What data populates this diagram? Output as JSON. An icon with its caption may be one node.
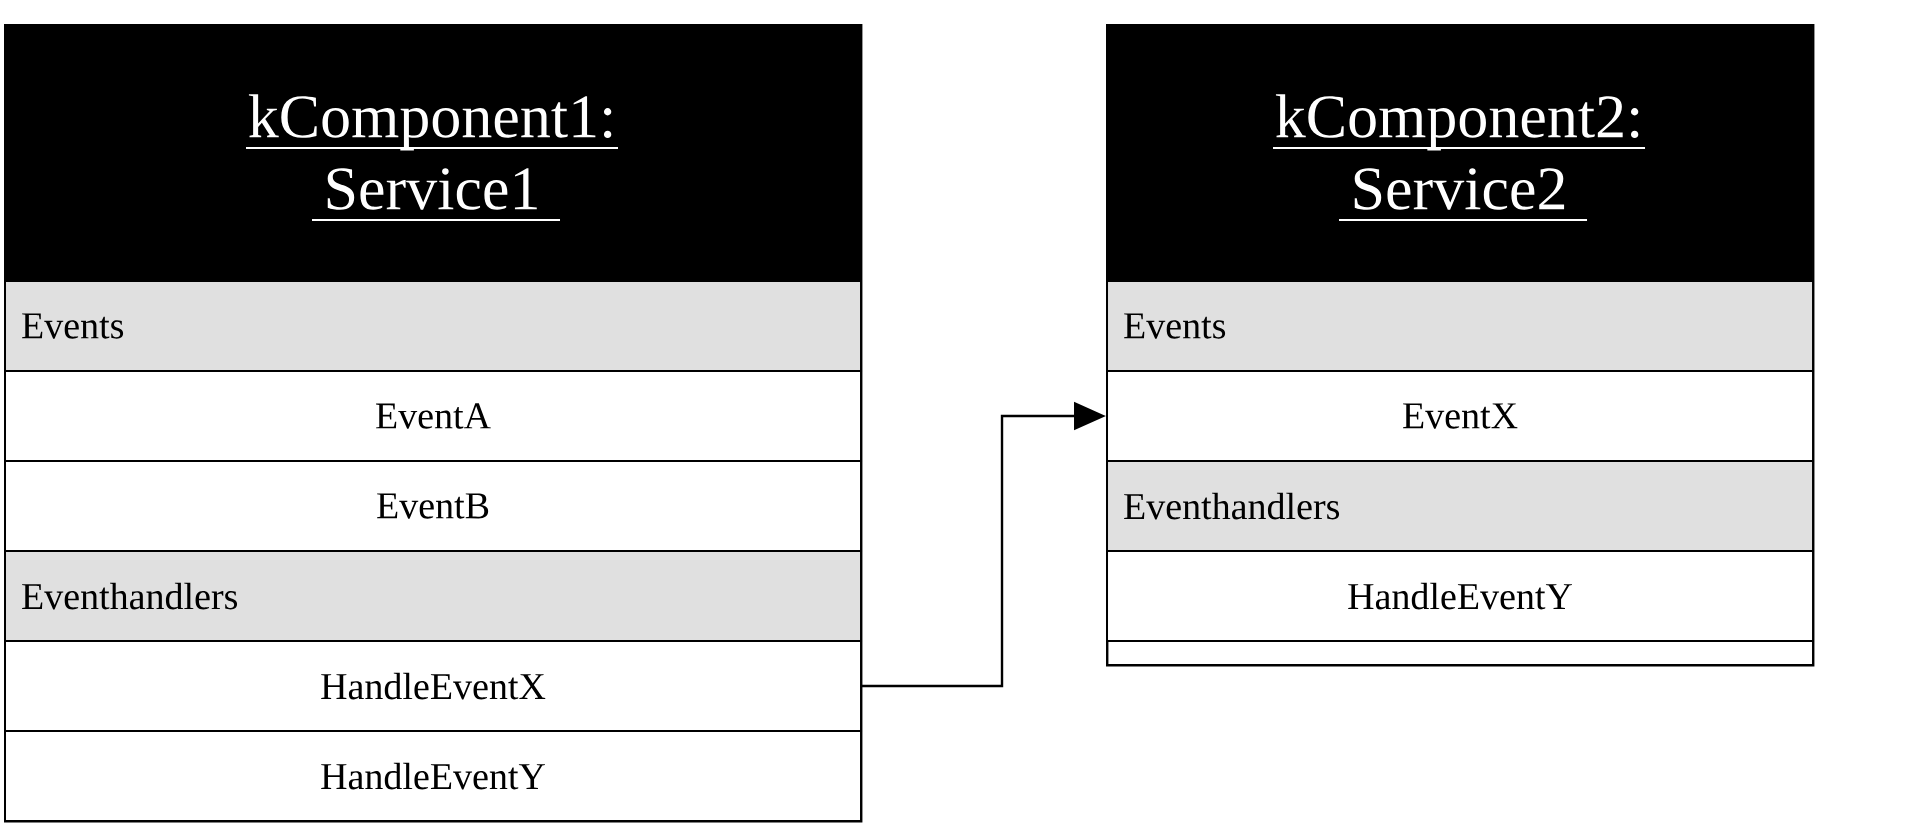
{
  "diagram": {
    "nodes": [
      {
        "text": [
          "kComponent1: Service1"
        ]
      },
      {
        "text": [
          "Events"
        ],
        "in": 0
      },
      {
        "text": [
          "EventA"
        ],
        "in": 0
      },
      {
        "text": [
          "EventB"
        ],
        "in": 0
      },
      {
        "text": [
          "Eventhandlers"
        ],
        "in": 0
      },
      {
        "text": [
          "HandleEventX"
        ],
        "in": 0
      },
      {
        "text": [
          "HandleEventY"
        ],
        "in": 0
      },
      {
        "text": [
          "kComponent2: Service2"
        ]
      },
      {
        "text": [
          "Events"
        ],
        "in": 7
      },
      {
        "text": [
          "EventX"
        ],
        "in": 7
      },
      {
        "text": [
          "Eventhandlers"
        ],
        "in": 7
      },
      {
        "text": [
          "HandleEventY"
        ],
        "in": 7
      }
    ],
    "edges": [
      {
        "from": 5,
        "to": 9,
        "arrow": "to"
      }
    ]
  }
}
